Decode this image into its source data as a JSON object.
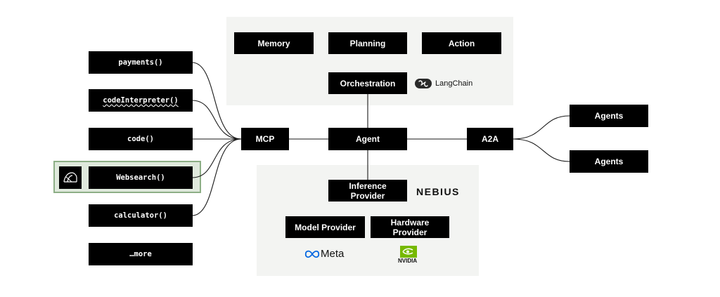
{
  "tools": [
    {
      "label": "payments()",
      "squiggle": false
    },
    {
      "label": "codeInterpreter()",
      "squiggle": true
    },
    {
      "label": "code()",
      "squiggle": false
    },
    {
      "label": "Websearch()",
      "squiggle": false
    },
    {
      "label": "calculator()",
      "squiggle": false
    },
    {
      "label": "…more",
      "squiggle": false
    }
  ],
  "hub": {
    "mcp": "MCP",
    "agent": "Agent",
    "a2a": "A2A"
  },
  "top_panel": {
    "memory": "Memory",
    "planning": "Planning",
    "action": "Action",
    "orchestration": "Orchestration",
    "orchestration_brand": "LangChain"
  },
  "bottom_panel": {
    "inference": "Inference Provider",
    "inference_brand": "NEBIUS",
    "model": "Model Provider",
    "model_brand": "Meta",
    "hardware": "Hardware Provider",
    "hardware_brand": "NVIDIA"
  },
  "agents": [
    "Agents",
    "Agents"
  ],
  "colors": {
    "box": "#000000",
    "panel": "#f3f4f2",
    "highlight_fill": "#dfe9dc",
    "highlight_border": "#8daf86",
    "meta_blue": "#0668e1",
    "nvidia_green": "#76b900"
  }
}
